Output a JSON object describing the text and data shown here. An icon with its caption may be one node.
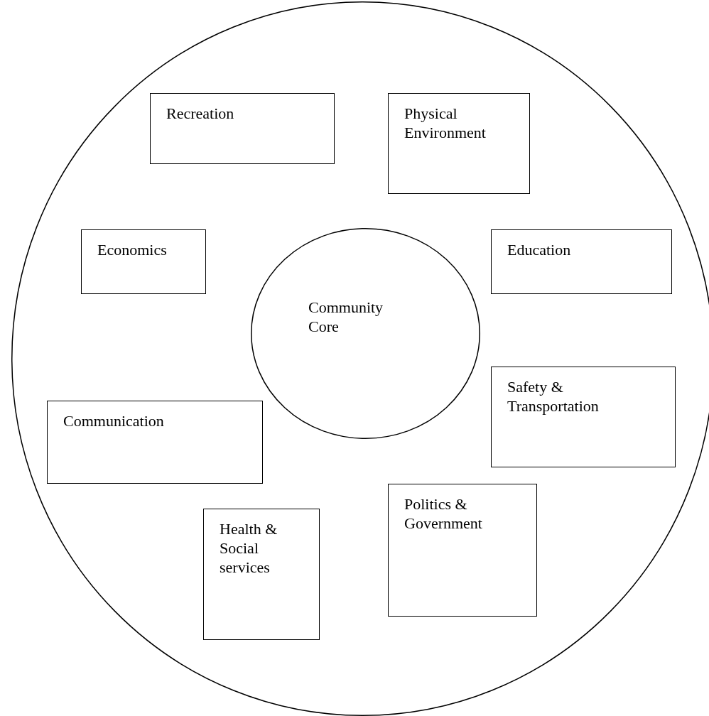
{
  "diagram": {
    "nodes": [
      {
        "text": [],
        "shape": "circle"
      },
      {
        "text": [
          "Recreation"
        ],
        "in": 0
      },
      {
        "text": [
          "Physical Environment"
        ],
        "in": 0
      },
      {
        "text": [
          "Economics"
        ],
        "in": 0
      },
      {
        "text": [
          "Community Core"
        ],
        "in": 0
      },
      {
        "text": [
          "Education"
        ],
        "in": 0
      },
      {
        "text": [
          "Safety & Transportation"
        ],
        "in": 0
      },
      {
        "text": [
          "Communication"
        ],
        "in": 0
      },
      {
        "text": [
          "Politics & Government"
        ],
        "in": 0
      },
      {
        "text": [
          "Health & Social services"
        ],
        "in": 0
      }
    ]
  }
}
